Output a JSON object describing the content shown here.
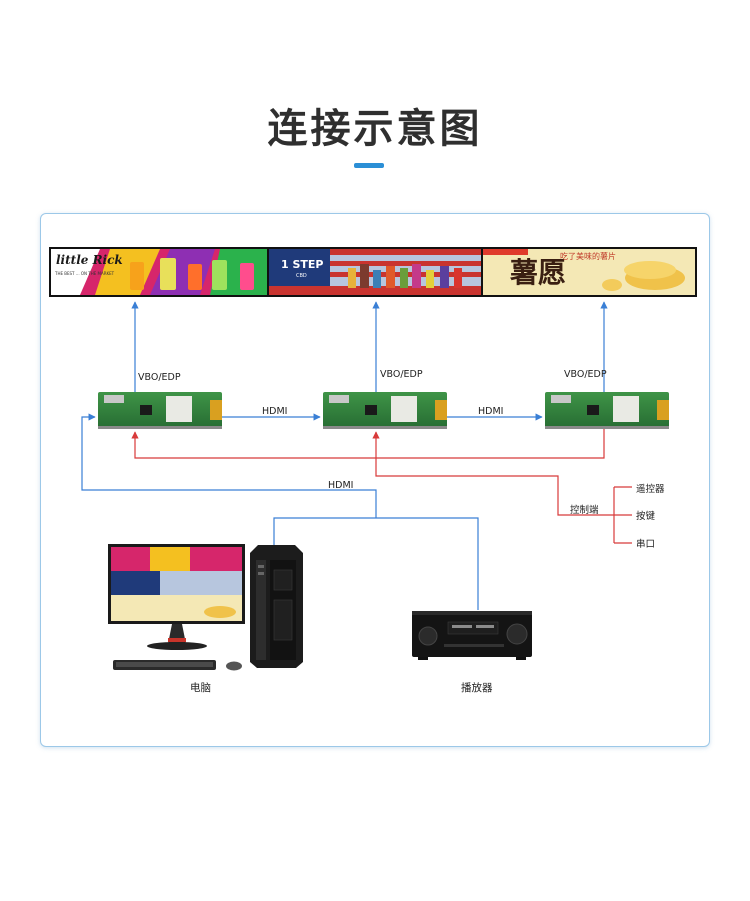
{
  "title": "连接示意图",
  "panels": [
    {
      "name": "little-rick",
      "brand": "little Rick",
      "tag": "THE BEST ... ON THE MARKET"
    },
    {
      "name": "1-step",
      "brand": "1 STEP",
      "tag": "CBD"
    },
    {
      "name": "shu-yuan",
      "brand": "薯愿",
      "tag": "吃了美味的薯片"
    }
  ],
  "labels": {
    "vbo_edp_1": "VBO/EDP",
    "vbo_edp_2": "VBO/EDP",
    "vbo_edp_3": "VBO/EDP",
    "hdmi_1": "HDMI",
    "hdmi_2": "HDMI",
    "hdmi_3": "HDMI",
    "control": "控制端",
    "remote": "遥控器",
    "button": "按键",
    "serial": "串口",
    "computer": "电脑",
    "player": "播放器"
  },
  "colors": {
    "accent": "#2b8fd6",
    "blue_line": "#3a7fd5",
    "red_line": "#d83a3a",
    "board_green": "#2f7d3a",
    "frame_border": "#9cc8e8"
  }
}
